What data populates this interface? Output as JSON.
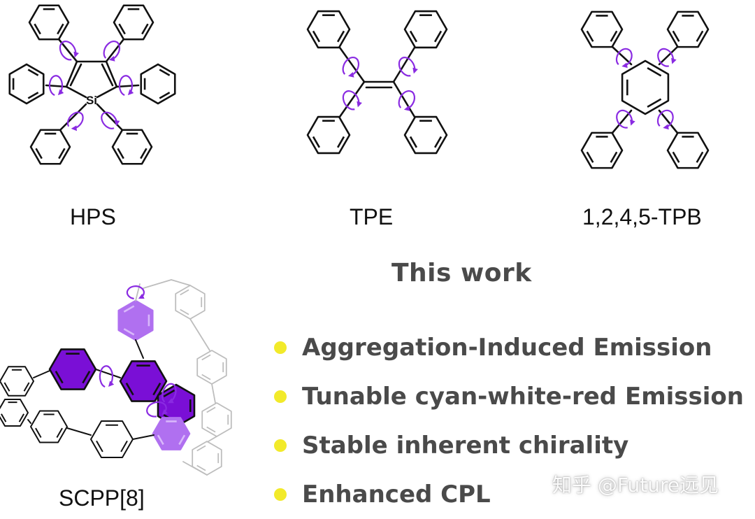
{
  "molecules": [
    {
      "id": "hps",
      "label": "HPS",
      "heteroatom": "Si"
    },
    {
      "id": "tpe",
      "label": "TPE"
    },
    {
      "id": "tpb",
      "label": "1,2,4,5-TPB"
    },
    {
      "id": "scpp",
      "label": "SCPP[8]"
    }
  ],
  "heading": "This work",
  "features": [
    {
      "text": "Aggregation-Induced Emission"
    },
    {
      "text": "Tunable cyan-white-red Emission"
    },
    {
      "text": "Stable inherent chirality"
    },
    {
      "text": "Enhanced CPL"
    }
  ],
  "watermark": "知乎 @Future远见",
  "colors": {
    "rotation": "#8a2be2",
    "highlight": "#7a0fd6",
    "highlight_light": "#b070f0",
    "bullet": "#f2ea2a",
    "grey_ring": "#bdbdbd",
    "bond": "#111111",
    "text": "#4a4a4a"
  }
}
